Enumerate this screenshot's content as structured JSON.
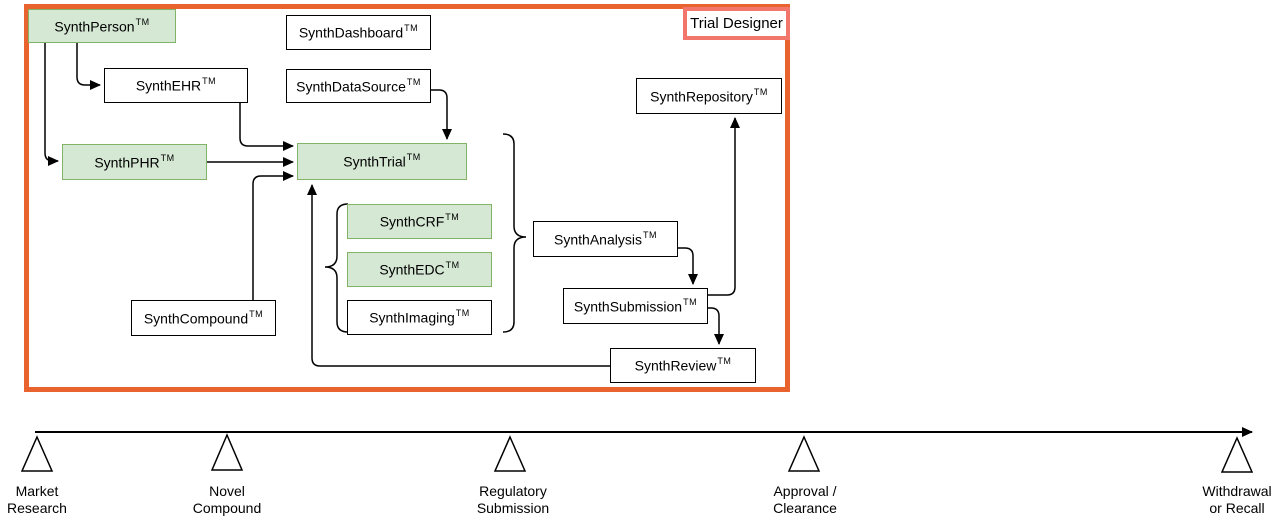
{
  "diagram": {
    "frame_label": "Trial Designer",
    "frame_color": "#e8632d",
    "frame_label_border_color": "#f2766b",
    "green_fill": "#d5e8d4",
    "green_border": "#82b366"
  },
  "tm": "TM",
  "nodes": [
    {
      "label": "SynthPerson",
      "variant": "green"
    },
    {
      "label": "SynthDashboard",
      "variant": "white"
    },
    {
      "label": "SynthEHR",
      "variant": "white"
    },
    {
      "label": "SynthDataSource",
      "variant": "white"
    },
    {
      "label": "SynthPHR",
      "variant": "green"
    },
    {
      "label": "SynthTrial",
      "variant": "green"
    },
    {
      "label": "SynthCRF",
      "variant": "green"
    },
    {
      "label": "SynthEDC",
      "variant": "green"
    },
    {
      "label": "SynthImaging",
      "variant": "white"
    },
    {
      "label": "SynthCompound",
      "variant": "white"
    },
    {
      "label": "SynthAnalysis",
      "variant": "white"
    },
    {
      "label": "SynthSubmission",
      "variant": "white"
    },
    {
      "label": "SynthReview",
      "variant": "white"
    },
    {
      "label": "SynthRepository",
      "variant": "white"
    }
  ],
  "edges": [
    {
      "from": "SynthPerson",
      "to": "SynthEHR"
    },
    {
      "from": "SynthPerson",
      "to": "SynthPHR"
    },
    {
      "from": "SynthEHR",
      "to": "SynthTrial"
    },
    {
      "from": "SynthPHR",
      "to": "SynthTrial"
    },
    {
      "from": "SynthCompound",
      "to": "SynthTrial"
    },
    {
      "from": "SynthDataSource",
      "to": "SynthTrial"
    },
    {
      "from": "SynthReview",
      "to": "SynthTrial"
    },
    {
      "from": "SynthTrial + SynthCRF + SynthEDC + SynthImaging (brace)",
      "to": "SynthAnalysis"
    },
    {
      "from": "SynthCRF + SynthEDC + SynthImaging (brace)",
      "to": "SynthTrial side"
    },
    {
      "from": "SynthAnalysis",
      "to": "SynthSubmission"
    },
    {
      "from": "SynthSubmission",
      "to": "SynthRepository"
    },
    {
      "from": "SynthSubmission",
      "to": "SynthReview"
    }
  ],
  "timeline": {
    "milestones": [
      {
        "lines": [
          "Market",
          "Research"
        ]
      },
      {
        "lines": [
          "Novel",
          "Compound"
        ]
      },
      {
        "lines": [
          "Regulatory",
          "Submission"
        ]
      },
      {
        "lines": [
          "Approval /",
          "Clearance"
        ]
      },
      {
        "lines": [
          "Withdrawal",
          "or Recall"
        ]
      }
    ]
  }
}
